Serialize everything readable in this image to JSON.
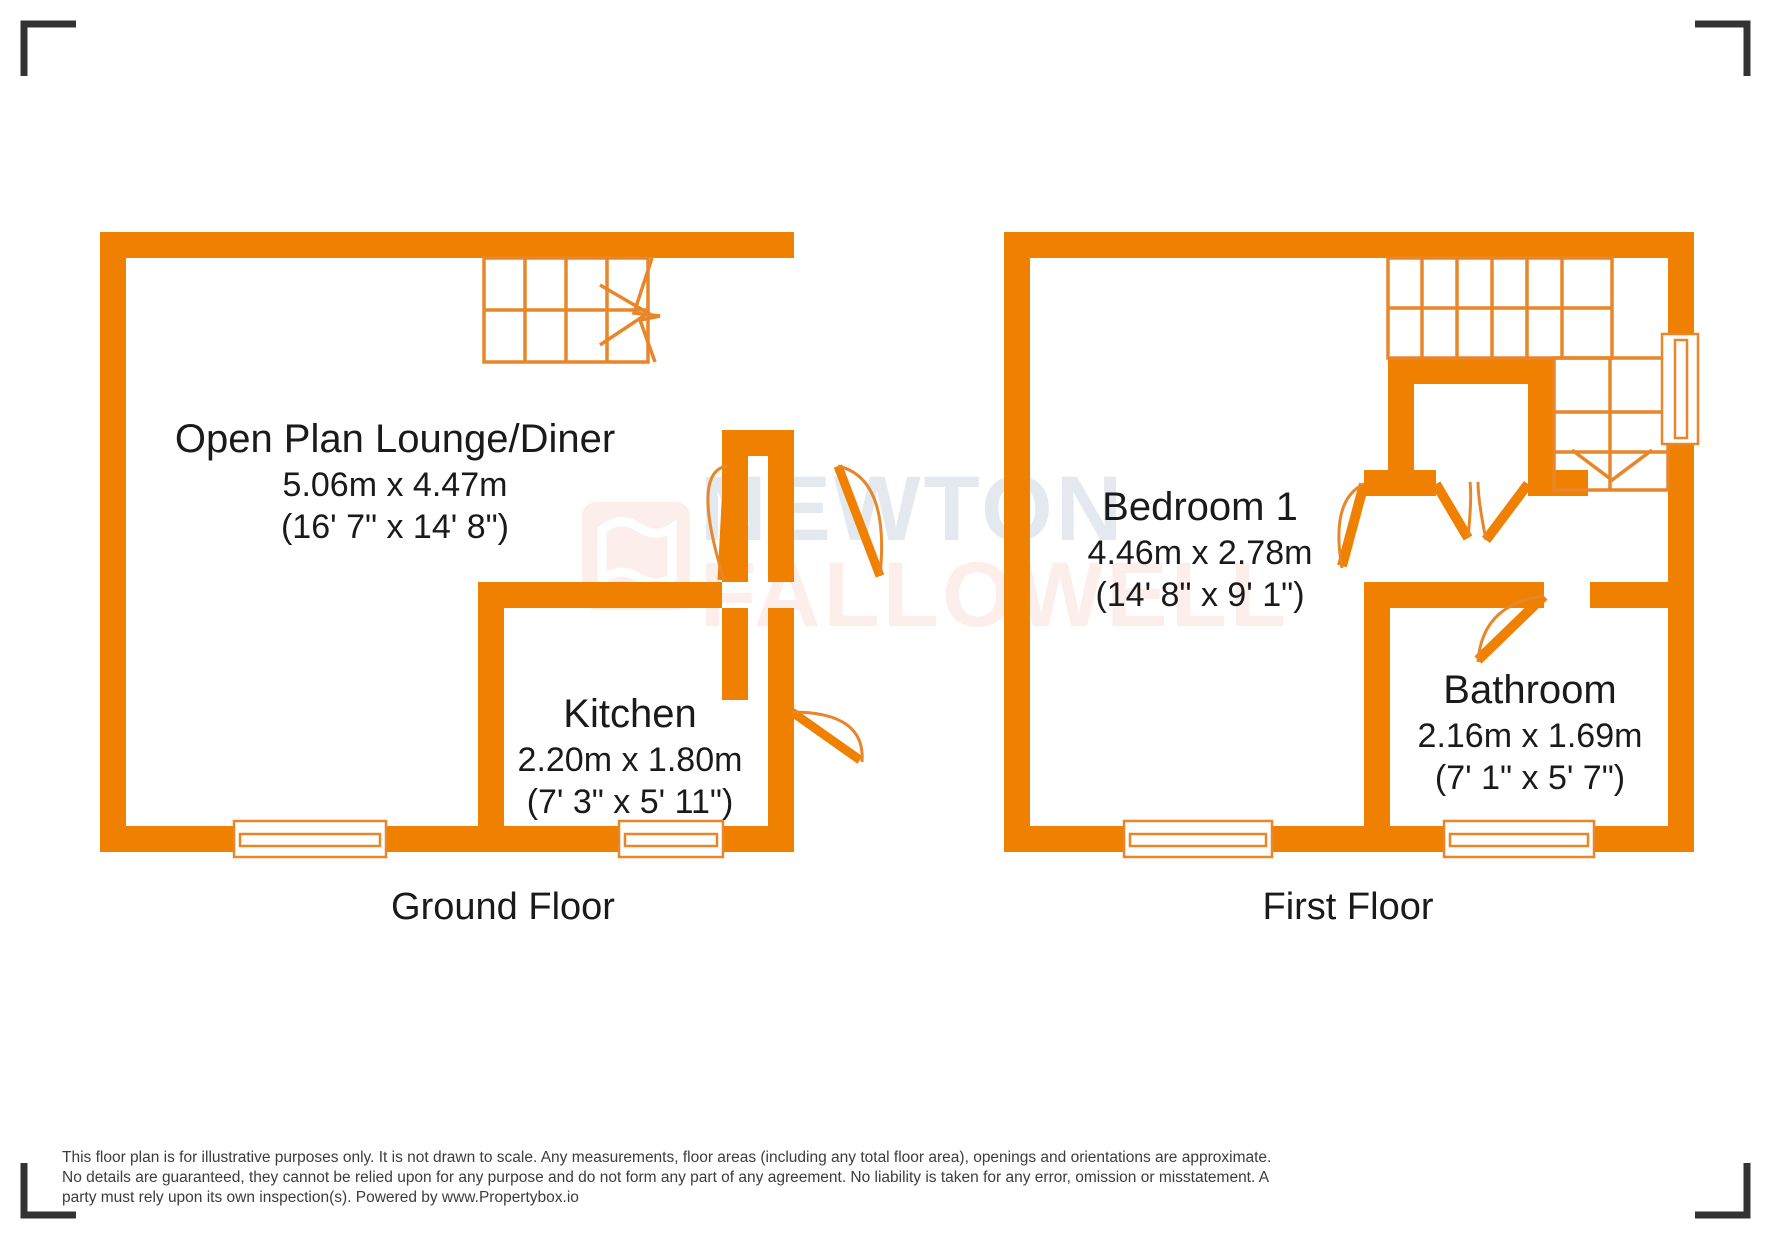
{
  "document": {
    "type": "floor-plan",
    "brand": {
      "watermark_line1": "NEWTON",
      "watermark_line2": "FALLOWELL",
      "logo_icon": "flag-logo-icon"
    },
    "colors": {
      "wall": "#F08000",
      "wall_thin": "#E8862A",
      "text": "#1a1a1a",
      "corner_bracket": "#333333",
      "watermark_blue": "#e3e9ee",
      "watermark_pink": "#fceeea",
      "background": "#ffffff"
    }
  },
  "floors": [
    {
      "id": "ground",
      "caption": "Ground Floor",
      "rooms": [
        {
          "id": "open-plan-lounge-diner",
          "name": "Open Plan Lounge/Diner",
          "metric": "5.06m x 4.47m",
          "imperial": "(16' 7\" x 14' 8\")"
        },
        {
          "id": "kitchen",
          "name": "Kitchen",
          "metric": "2.20m x 1.80m",
          "imperial": "(7' 3\" x 5' 11\")"
        }
      ]
    },
    {
      "id": "first",
      "caption": "First Floor",
      "rooms": [
        {
          "id": "bedroom-1",
          "name": "Bedroom 1",
          "metric": "4.46m x 2.78m",
          "imperial": "(14' 8\" x 9' 1\")"
        },
        {
          "id": "bathroom",
          "name": "Bathroom",
          "metric": "2.16m x 1.69m",
          "imperial": "(7' 1\" x 5' 7\")"
        }
      ]
    }
  ],
  "disclaimer": {
    "text": "This floor plan is for illustrative purposes only. It is not drawn to scale. Any measurements, floor areas (including any total floor area), openings and orientations are approximate. No details are guaranteed, they cannot be relied upon for any purpose and do not form any part of any agreement. No liability is taken for any error, omission or misstatement. A party must rely upon its own inspection(s). Powered by www.Propertybox.io"
  }
}
